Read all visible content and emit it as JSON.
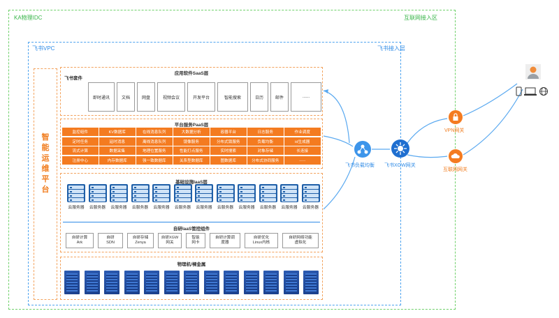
{
  "outer": {
    "label_left": "KA物理IDC",
    "label_right": "互联网接入区"
  },
  "vpc": {
    "label_left": "飞书VPC",
    "label_right": "飞书接入层"
  },
  "ops_platform": {
    "label": "智能运维平台",
    "chars": [
      "智",
      "能",
      "运",
      "维",
      "平",
      "台"
    ]
  },
  "saas": {
    "title": "应用软件SaaS层",
    "suite_label": "飞书套件",
    "items": [
      "即时通讯",
      "文档",
      "网盘",
      "视频会议",
      "开发平台",
      "智能搜索",
      "日历",
      "邮件",
      "......"
    ]
  },
  "paas": {
    "title": "平台服务PaaS层",
    "rows": [
      [
        "监控组件",
        "KV数据库",
        "在线消息队列",
        "大数据分析",
        "容器平台",
        "日志服务",
        "作业调度"
      ],
      [
        "定时任务",
        "延时消息",
        "离线消息队列",
        "镜像服务",
        "分布式锁服务",
        "负载均衡",
        "id生成器"
      ],
      [
        "流式计算",
        "数据采集",
        "地理位置服务",
        "性能打点服务",
        "实时搜索",
        "对象存储",
        "长连接"
      ],
      [
        "注册中心",
        "内存数据库",
        "强一致数据库",
        "关系型数据库",
        "图数据库",
        "分布式协同服务",
        "......"
      ]
    ]
  },
  "iaas": {
    "title": "基础设施IaaS层",
    "server_label": "云服务器",
    "server_count": 12
  },
  "iaas_mgmt": {
    "title": "自研IaaS管控组件",
    "items": [
      "自研计算\nArk",
      "自研\nSDN",
      "自研存储\nZenya",
      "自研XGW\n网关",
      "智能\n网卡",
      "自研计算调\n度器",
      "自研优化\nLinux内核",
      "自研网络功能\n虚拟化"
    ]
  },
  "physical": {
    "title": "物理机/裸金属",
    "count": 13
  },
  "network": {
    "slb_label": "飞书负载均衡",
    "xgw_label": "飞书XGW网关",
    "vpn_label": "VPN网关",
    "internet_label": "互联网网关"
  },
  "colors": {
    "orange": "#f47b20",
    "blue": "#2f8be6",
    "green": "#39b54a",
    "server": "#1f5fa8"
  }
}
